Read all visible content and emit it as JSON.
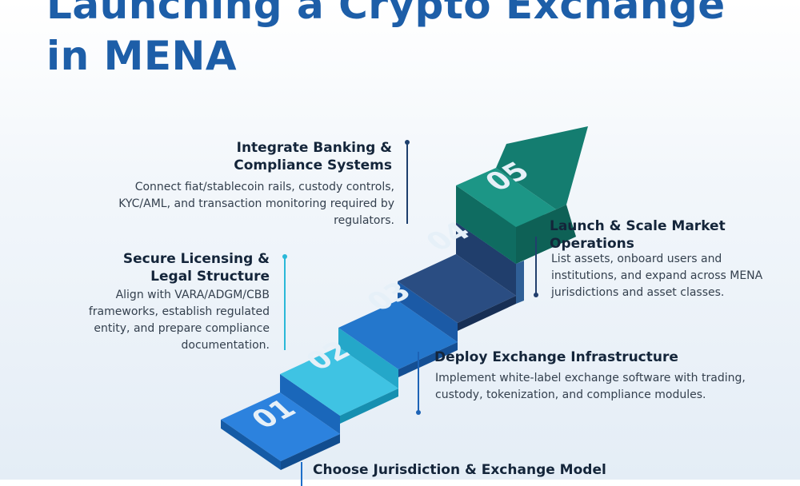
{
  "title": {
    "line1": "Launching a Crypto Exchange",
    "line2": "in MENA"
  },
  "steps": [
    {
      "number": "01",
      "heading": "Choose Jurisdiction & Exchange Model"
    },
    {
      "number": "02",
      "heading_line1": "Secure Licensing &",
      "heading_line2": "Legal Structure",
      "description": "Align with VARA/ADGM/CBB frameworks, establish regulated entity, and prepare compliance documentation."
    },
    {
      "number": "03",
      "heading": "Deploy Exchange Infrastructure",
      "description": "Implement white-label exchange software with trading, custody, tokenization, and compliance modules."
    },
    {
      "number": "04",
      "heading_line1": "Launch & Scale Market",
      "heading_line2": "Operations",
      "description": "List assets, onboard users and institutions, and expand across MENA jurisdictions and asset classes."
    },
    {
      "number": "05",
      "heading_line1": "Integrate Banking &",
      "heading_line2": "Compliance Systems",
      "description": "Connect fiat/stablecoin rails, custody controls, KYC/AML, and transaction monitoring required by regulators."
    }
  ],
  "colors": {
    "title": "#1d5ea8",
    "step1": "#1e6fc9",
    "step2": "#1fb3d6",
    "step3": "#1a64b8",
    "step4": "#223f6d",
    "step5": "#17877a"
  }
}
